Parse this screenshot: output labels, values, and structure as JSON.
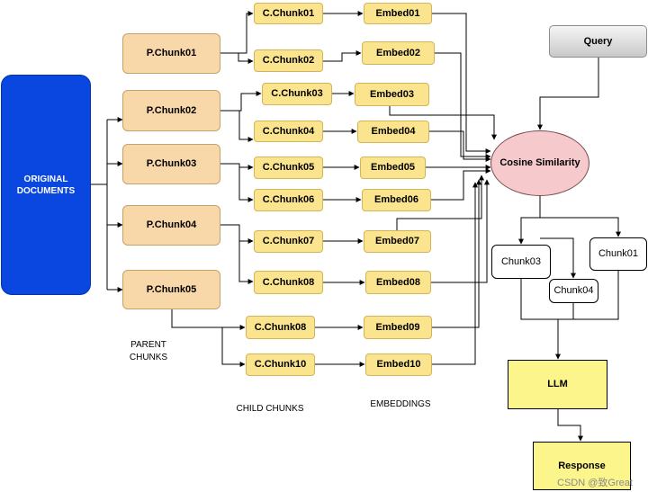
{
  "nodes": {
    "original_documents": {
      "line1": "ORIGINAL",
      "line2": "DOCUMENTS"
    },
    "parents": [
      "P.Chunk01",
      "P.Chunk02",
      "P.Chunk03",
      "P.Chunk04",
      "P.Chunk05"
    ],
    "children": [
      "C.Chunk01",
      "C.Chunk02",
      "C.Chunk03",
      "C.Chunk04",
      "C.Chunk05",
      "C.Chunk06",
      "C.Chunk07",
      "C.Chunk08",
      "C.Chunk08",
      "C.Chunk10"
    ],
    "embeddings": [
      "Embed01",
      "Embed02",
      "Embed03",
      "Embed04",
      "Embed05",
      "Embed06",
      "Embed07",
      "Embed08",
      "Embed09",
      "Embed10"
    ],
    "query": "Query",
    "cosine_similarity": "Cosine Similarity",
    "retrieved": [
      "Chunk03",
      "Chunk04",
      "Chunk01"
    ],
    "llm": "LLM",
    "response": "Response"
  },
  "labels": {
    "parent_line1": "PARENT",
    "parent_line2": "CHUNKS",
    "child_chunks": "CHILD CHUNKS",
    "embeddings": "EMBEDDINGS"
  },
  "watermark": "CSDN @致Great",
  "colors": {
    "documents": "#0a47e0",
    "parent_chunk": "#f8d7a8",
    "child_chunk": "#fbe48e",
    "cosine": "#f6c9cc",
    "llm": "#fbf58b"
  }
}
